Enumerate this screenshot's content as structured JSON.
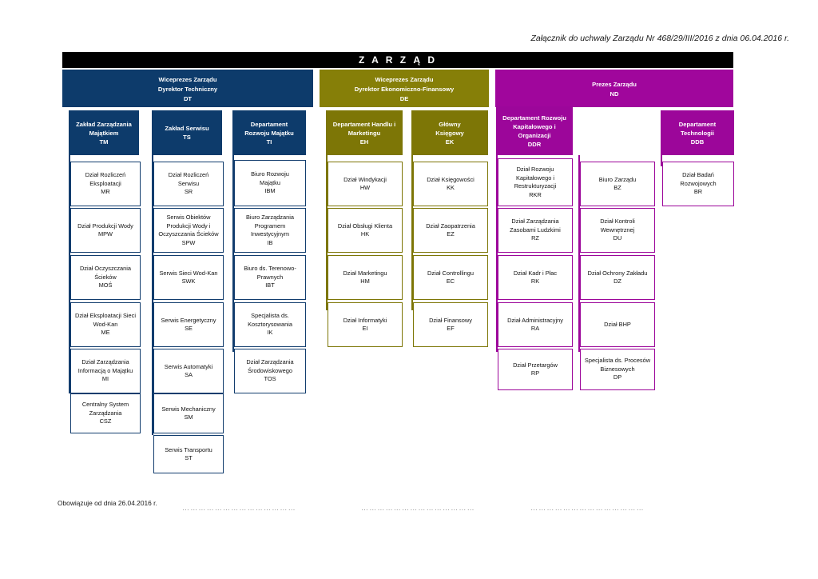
{
  "document": {
    "reference_note": "Załącznik do uchwały Zarządu Nr 468/29/III/2016 z dnia 06.04.2016 r.",
    "effective_note": "Obowiązuje od dnia 26.04.2016 r.",
    "signature_line_1": "……………………………………",
    "signature_line_2": "……………………………………",
    "signature_line_3": "……………………………………"
  },
  "colors": {
    "navy": "#0d3b6b",
    "olive": "#7d7606",
    "purple": "#9c069a",
    "black": "#000000",
    "white": "#ffffff"
  },
  "board": {
    "title": "Z A R Z Ą D"
  },
  "executives": [
    {
      "title": "Wiceprezes Zarządu",
      "role": "Dyrektor Techniczny",
      "code": "DT"
    },
    {
      "title": "Wiceprezes Zarządu",
      "role": "Dyrektor Ekonomiczno-Finansowy",
      "code": "DE"
    },
    {
      "title": "Prezes Zarządu",
      "role": "",
      "code": "ND"
    }
  ],
  "divisions": [
    {
      "name_line1": "Zakład Zarządzania",
      "name_line2": "Majątkiem",
      "code": "TM",
      "color": "navy",
      "units": [
        {
          "line1": "Dział Rozliczeń",
          "line2": "Eksploatacji",
          "line3": "",
          "code": "MR"
        },
        {
          "line1": "Dział Produkcji Wody",
          "line2": "",
          "line3": "",
          "code": "MPW"
        },
        {
          "line1": "Dział Oczyszczania",
          "line2": "Ścieków",
          "line3": "",
          "code": "MOŚ"
        },
        {
          "line1": "Dział Eksploatacji Sieci",
          "line2": "Wod-Kan",
          "line3": "",
          "code": "ME"
        },
        {
          "line1": "Dział Zarządzania",
          "line2": "Informacją o Majątku",
          "line3": "",
          "code": "MI"
        },
        {
          "line1": "Centralny System",
          "line2": "Zarządzania",
          "line3": "",
          "code": "CSZ"
        }
      ]
    },
    {
      "name_line1": "Zakład Serwisu",
      "name_line2": "",
      "code": "TS",
      "color": "navy",
      "units": [
        {
          "line1": "Dział Rozliczeń",
          "line2": "Serwisu",
          "line3": "",
          "code": "SR"
        },
        {
          "line1": "Serwis Obiektów",
          "line2": "Produkcji Wody i",
          "line3": "Oczyszczania Ścieków",
          "code": "SPW"
        },
        {
          "line1": "Serwis Sieci Wod-Kan",
          "line2": "",
          "line3": "",
          "code": "SWK"
        },
        {
          "line1": "Serwis Energetyczny",
          "line2": "",
          "line3": "",
          "code": "SE"
        },
        {
          "line1": "Serwis Automatyki",
          "line2": "",
          "line3": "",
          "code": "SA"
        },
        {
          "line1": "Serwis Mechaniczny",
          "line2": "",
          "line3": "",
          "code": "SM"
        },
        {
          "line1": "Serwis Transportu",
          "line2": "",
          "line3": "",
          "code": "ST"
        }
      ]
    },
    {
      "name_line1": "Departament",
      "name_line2": "Rozwoju Majątku",
      "code": "TI",
      "color": "navy",
      "units": [
        {
          "line1": "Biuro Rozwoju",
          "line2": "Majątku",
          "line3": "",
          "code": "IBM"
        },
        {
          "line1": "Biuro Zarządzania",
          "line2": "Programem",
          "line3": "Inwestycyjnym",
          "code": "IB"
        },
        {
          "line1": "Biuro ds. Terenowo-",
          "line2": "Prawnych",
          "line3": "",
          "code": "IBT"
        },
        {
          "line1": "Specjalista ds.",
          "line2": "Kosztorysowania",
          "line3": "",
          "code": "IK"
        },
        {
          "line1": "Dział Zarządzania",
          "line2": "Środowiskowego",
          "line3": "",
          "code": "TOS"
        }
      ]
    },
    {
      "name_line1": "Departament Handlu i",
      "name_line2": "Marketingu",
      "code": "EH",
      "color": "olive",
      "units": [
        {
          "line1": "Dział Windykacji",
          "line2": "",
          "line3": "",
          "code": "HW"
        },
        {
          "line1": "Dział Obsługi Klienta",
          "line2": "",
          "line3": "",
          "code": "HK"
        },
        {
          "line1": "Dział Marketingu",
          "line2": "",
          "line3": "",
          "code": "HM"
        },
        {
          "line1": "Dział Informatyki",
          "line2": "",
          "line3": "",
          "code": "EI"
        }
      ]
    },
    {
      "name_line1": "Główny",
      "name_line2": "Księgowy",
      "code": "EK",
      "color": "olive",
      "units": [
        {
          "line1": "Dział Księgowości",
          "line2": "",
          "line3": "",
          "code": "KK"
        },
        {
          "line1": "Dział Zaopatrzenia",
          "line2": "",
          "line3": "",
          "code": "EZ"
        },
        {
          "line1": "Dział Controllingu",
          "line2": "",
          "line3": "",
          "code": "EC"
        },
        {
          "line1": "Dział Finansowy",
          "line2": "",
          "line3": "",
          "code": "EF"
        }
      ]
    },
    {
      "name_line1": "Departament Rozwoju",
      "name_line2": "Kapitałowego i",
      "name_line3": "Organizacji",
      "code": "DDR",
      "color": "purple",
      "units": [
        {
          "line1": "Dział Rozwoju",
          "line2": "Kapitałowego i",
          "line3": "Restrukturyzacji",
          "code": "RKR"
        },
        {
          "line1": "Dział Zarządzania",
          "line2": "Zasobami Ludzkimi",
          "line3": "",
          "code": "RZ"
        },
        {
          "line1": "Dział Kadr i Płac",
          "line2": "",
          "line3": "",
          "code": "RK"
        },
        {
          "line1": "Dział Administracyjny",
          "line2": "",
          "line3": "",
          "code": "RA"
        },
        {
          "line1": "Dział Przetargów",
          "line2": "",
          "line3": "",
          "code": "RP"
        }
      ]
    },
    {
      "name_line1": "",
      "name_line2": "",
      "code": "",
      "color": "purple",
      "units": [
        {
          "line1": "Biuro Zarządu",
          "line2": "",
          "line3": "",
          "code": "BZ"
        },
        {
          "line1": "Dział Kontroli",
          "line2": "Wewnętrznej",
          "line3": "",
          "code": "DU"
        },
        {
          "line1": "Dział Ochrony Zakładu",
          "line2": "",
          "line3": "",
          "code": "DZ"
        },
        {
          "line1": "Dział BHP",
          "line2": "",
          "line3": "",
          "code": ""
        },
        {
          "line1": "Specjalista ds. Procesów",
          "line2": "Biznesowych",
          "line3": "",
          "code": "DP"
        }
      ]
    },
    {
      "name_line1": "Departament",
      "name_line2": "Technologii",
      "code": "DDB",
      "color": "purple",
      "units": [
        {
          "line1": "Dział Badań",
          "line2": "Rozwojowych",
          "line3": "",
          "code": "BR"
        }
      ]
    }
  ]
}
